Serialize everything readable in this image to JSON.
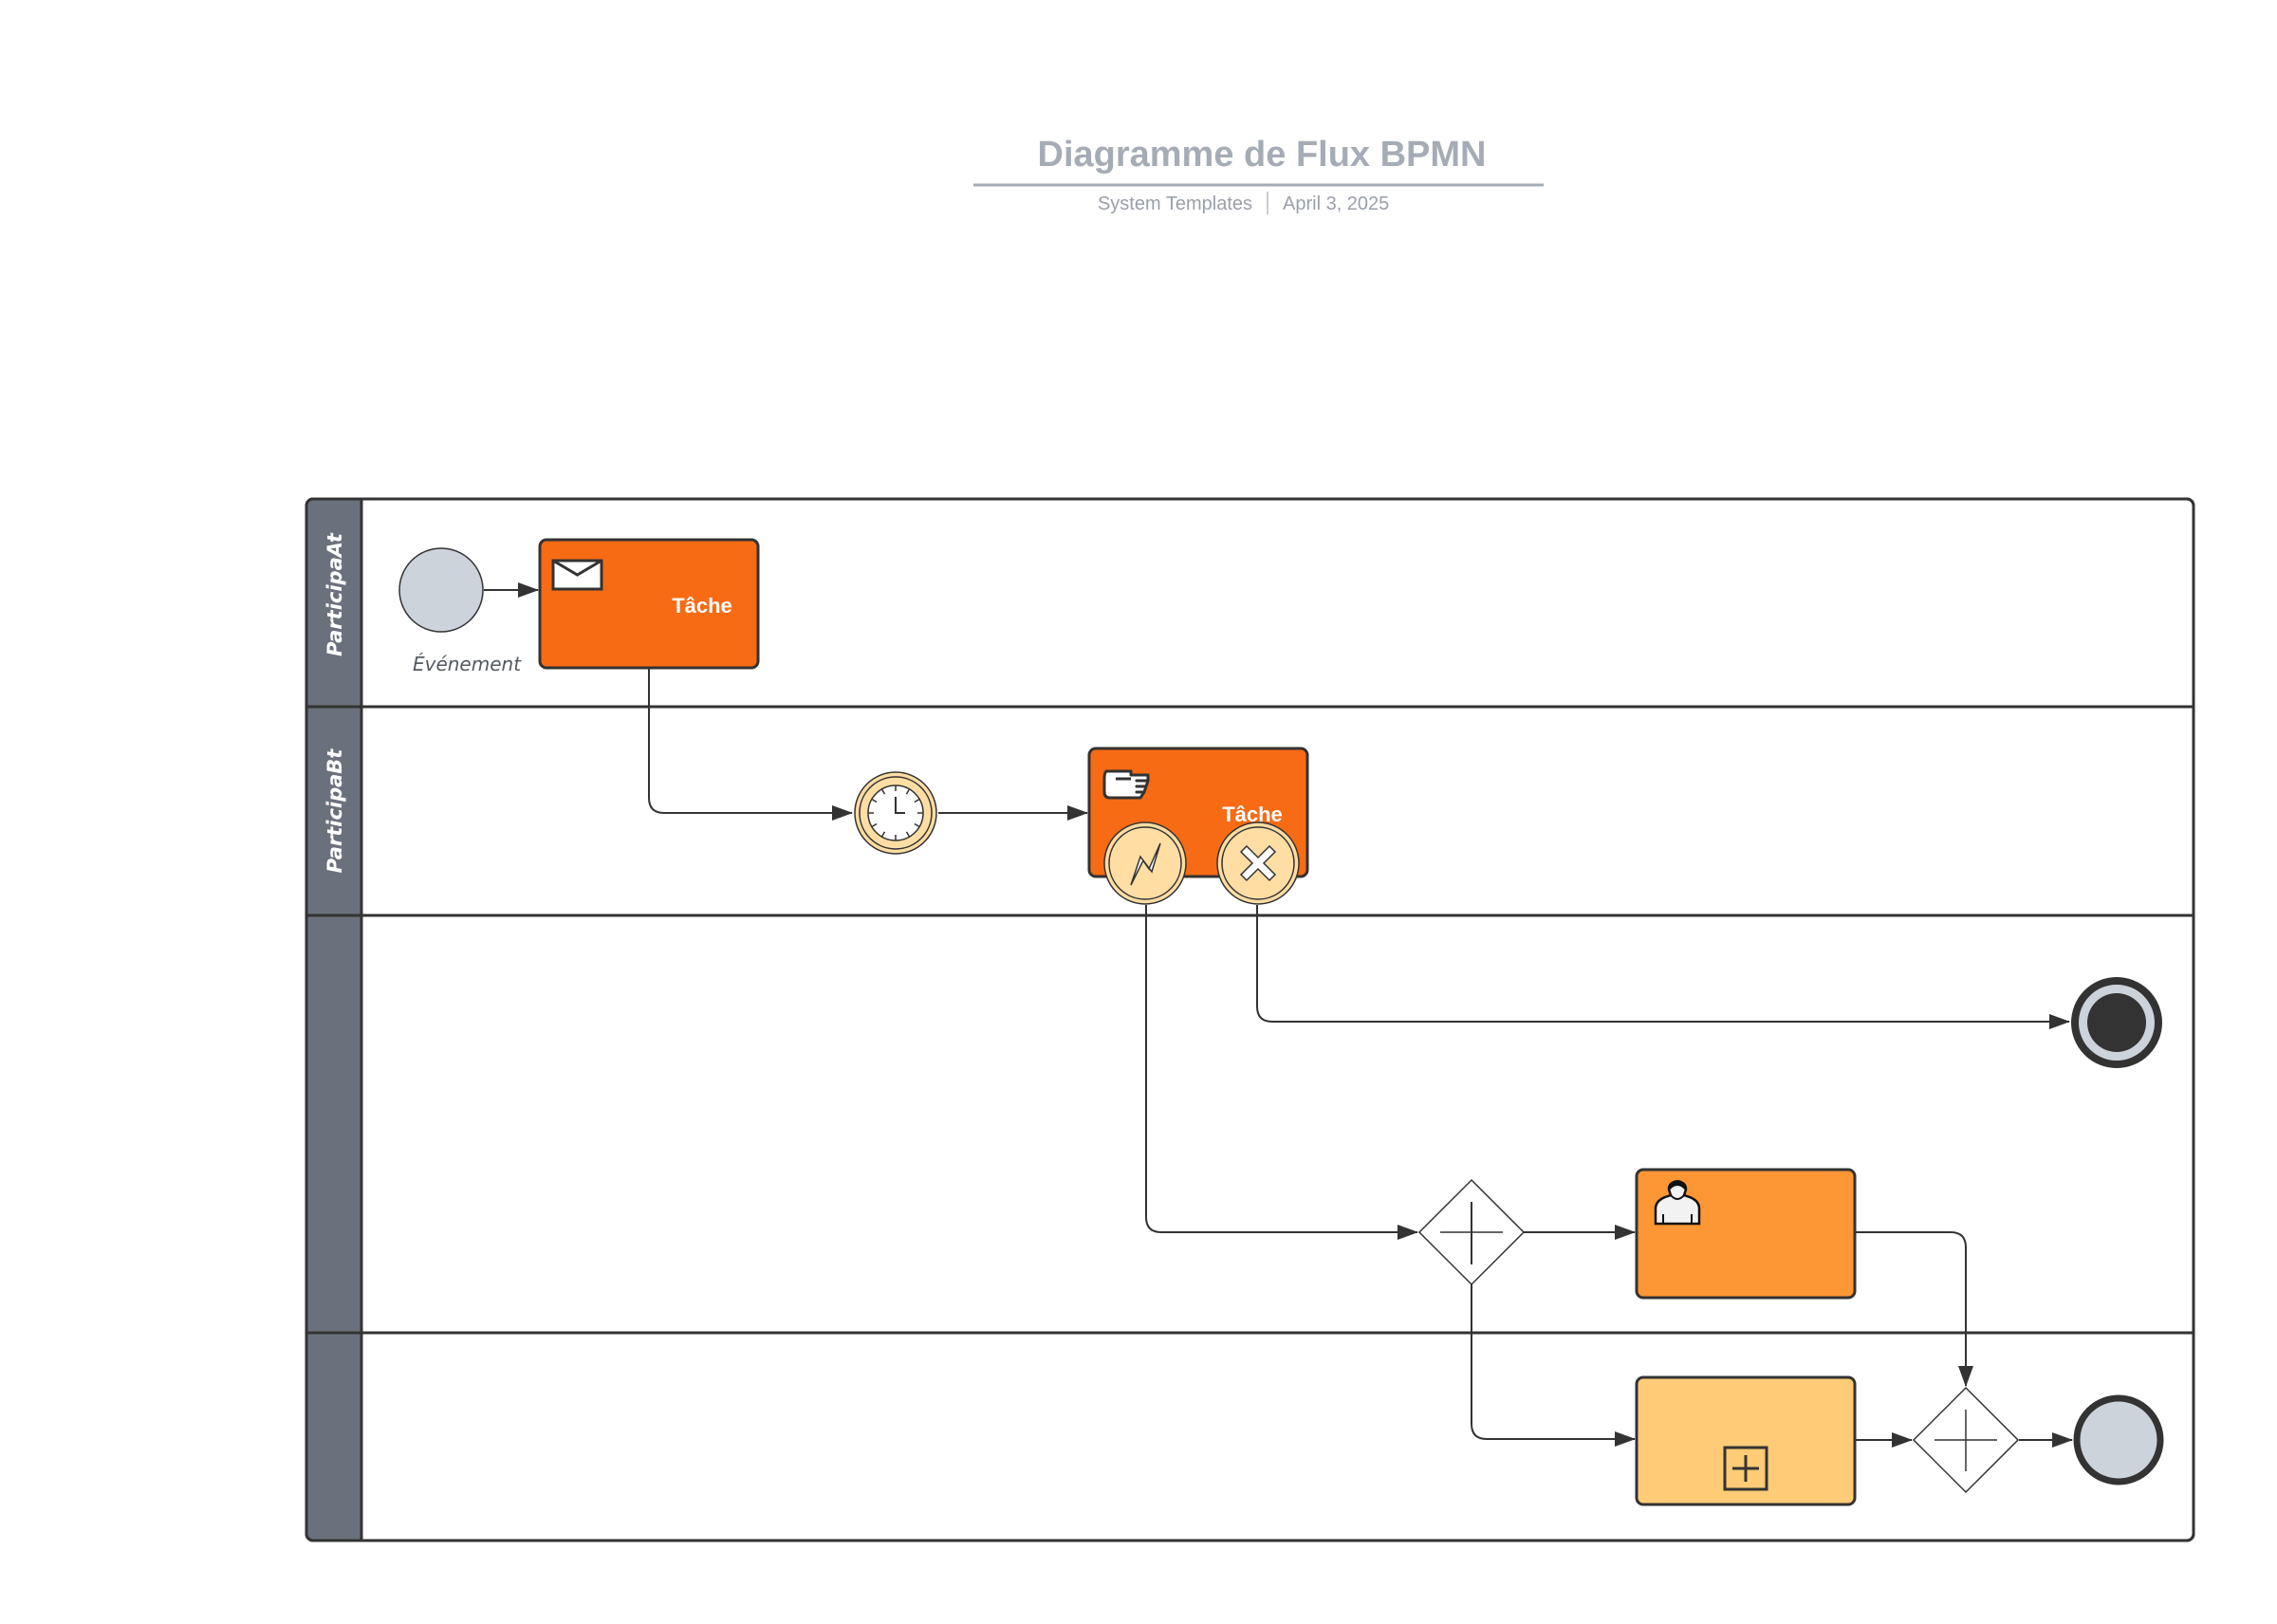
{
  "header": {
    "title": "Diagramme de Flux BPMN",
    "author": "System Templates",
    "separator": "|",
    "date": "April 3, 2025"
  },
  "pool": {
    "lanes": [
      {
        "id": "lane-a",
        "label": "ParticipaAt"
      },
      {
        "id": "lane-b",
        "label": "ParticipaBt"
      },
      {
        "id": "lane-c",
        "label": ""
      },
      {
        "id": "lane-d",
        "label": ""
      }
    ]
  },
  "elements": {
    "start_event": {
      "type": "start-event",
      "label": "Événement"
    },
    "task_message": {
      "type": "send-task",
      "label": "Tâche",
      "icon": "envelope-icon"
    },
    "timer_event": {
      "type": "intermediate-timer-event",
      "label": "",
      "icon": "clock-icon"
    },
    "task_manual": {
      "type": "manual-task",
      "label": "Tâche",
      "icon": "hand-icon"
    },
    "boundary_error": {
      "type": "boundary-error-event",
      "icon": "lightning-icon"
    },
    "boundary_cancel": {
      "type": "boundary-cancel-event",
      "icon": "x-cancel-icon"
    },
    "end_terminate": {
      "type": "terminate-end-event",
      "label": ""
    },
    "gateway_split": {
      "type": "parallel-gateway",
      "label": "",
      "icon": "plus-icon"
    },
    "task_user": {
      "type": "user-task",
      "label": "",
      "icon": "user-icon"
    },
    "subprocess": {
      "type": "collapsed-subprocess",
      "label": "",
      "icon": "plus-box-icon"
    },
    "gateway_join": {
      "type": "parallel-gateway",
      "label": "",
      "icon": "plus-icon"
    },
    "end_event": {
      "type": "end-event",
      "label": ""
    }
  },
  "colors": {
    "task_primary": "#F76B15",
    "task_user": "#FD9634",
    "subprocess": "#FFCB76",
    "event_fill": "#CDD3DB",
    "boundary_fill": "#FFDDA3",
    "lane_header": "#6B717C",
    "stroke": "#333333",
    "title": "#A6ACB5"
  }
}
